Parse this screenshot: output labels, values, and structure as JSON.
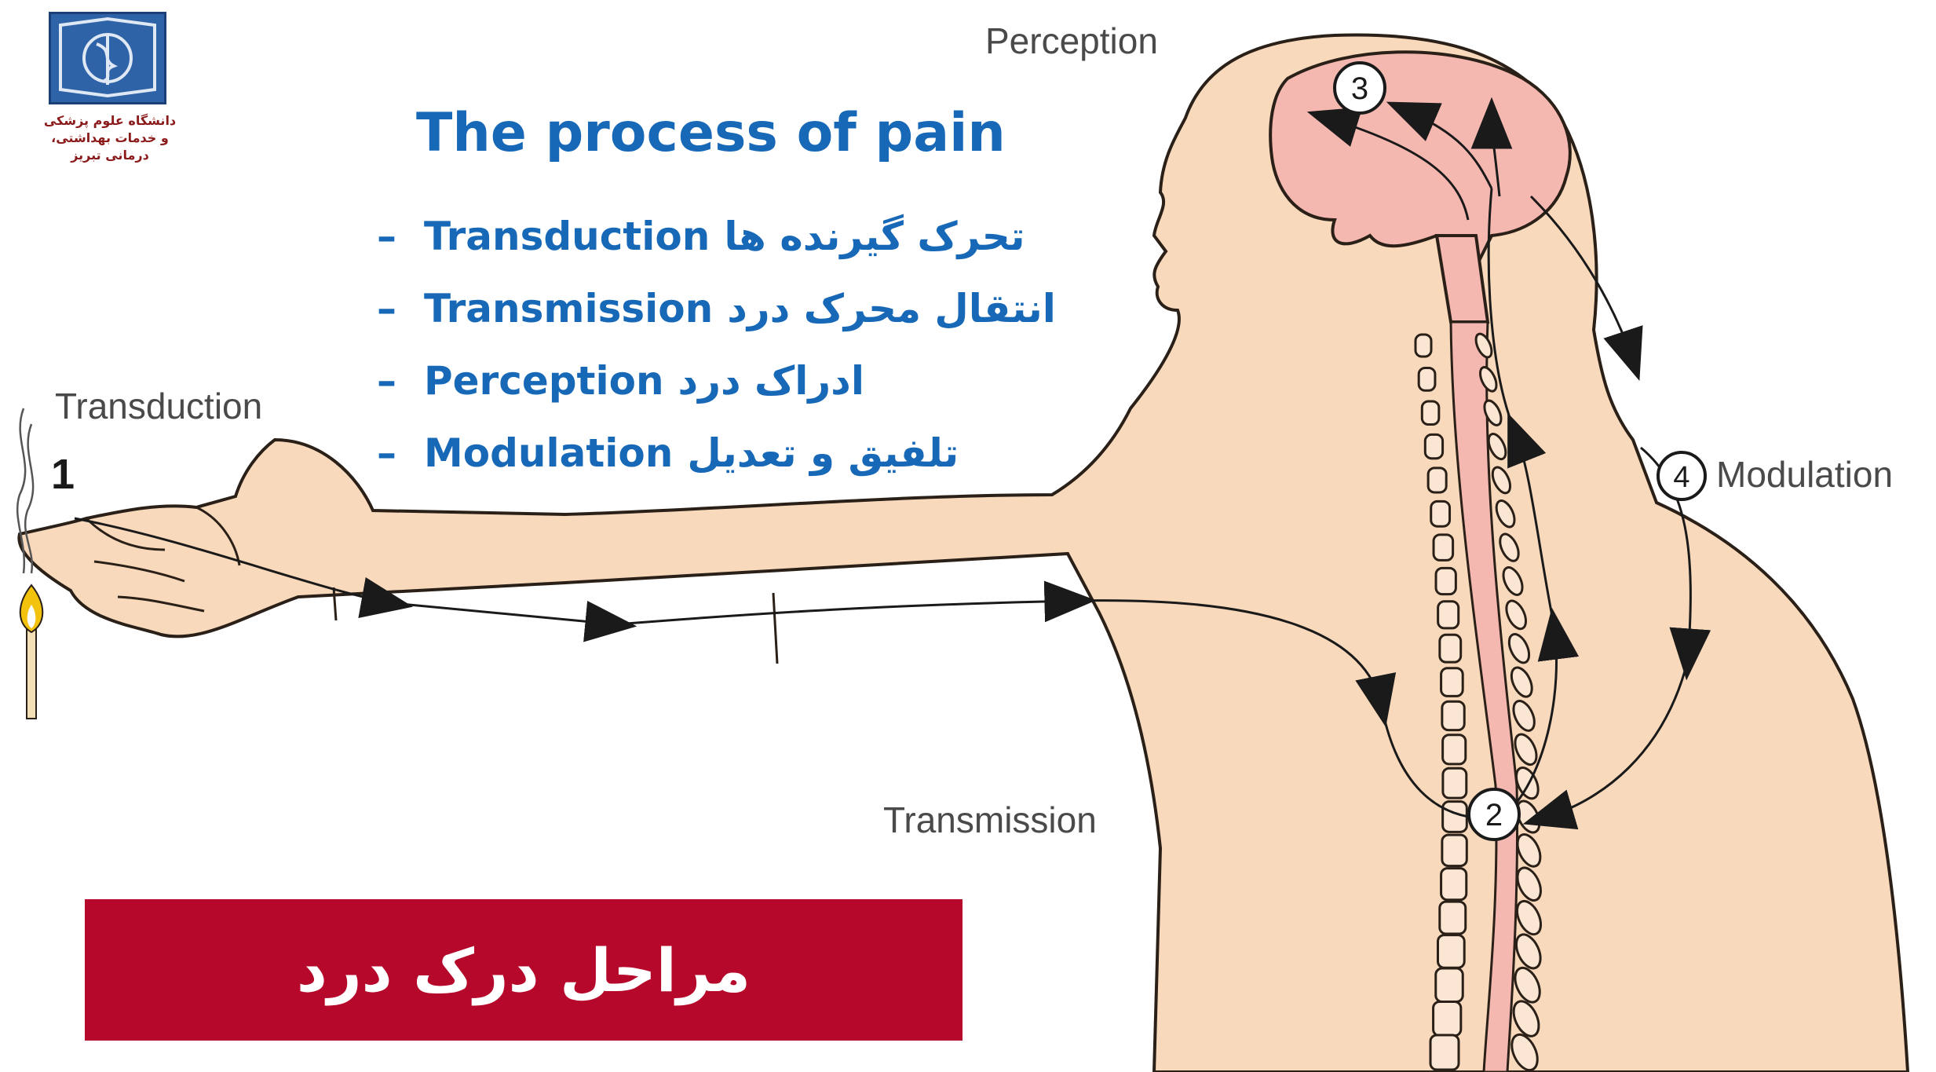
{
  "title": "The process of pain",
  "stages": [
    {
      "en": "Transduction",
      "fa": "تحرک گیرنده ها"
    },
    {
      "en": "Transmission",
      "fa": "انتقال محرک درد"
    },
    {
      "en": "Perception",
      "fa": "ادراک درد"
    },
    {
      "en": "Modulation",
      "fa": "تلفیق و تعدیل"
    }
  ],
  "dash": "–",
  "logo": {
    "line1": "دانشگاه علوم پزشکی",
    "line2": "و خدمات بهداشتی،",
    "line3": "درمانی تبریز"
  },
  "banner": "مراحل درک درد",
  "diagram": {
    "labels": {
      "perception": "Perception",
      "transduction": "Transduction",
      "transmission": "Transmission",
      "modulation": "Modulation"
    },
    "step_numbers": {
      "one": "1",
      "two": "2",
      "three": "3",
      "four": "4"
    }
  },
  "colors": {
    "title_blue": "#1768b7",
    "banner_red": "#b5082a",
    "skin": "#f8d9bc",
    "brain": "#f5b8b1",
    "logo_blue": "#2f63a7"
  }
}
